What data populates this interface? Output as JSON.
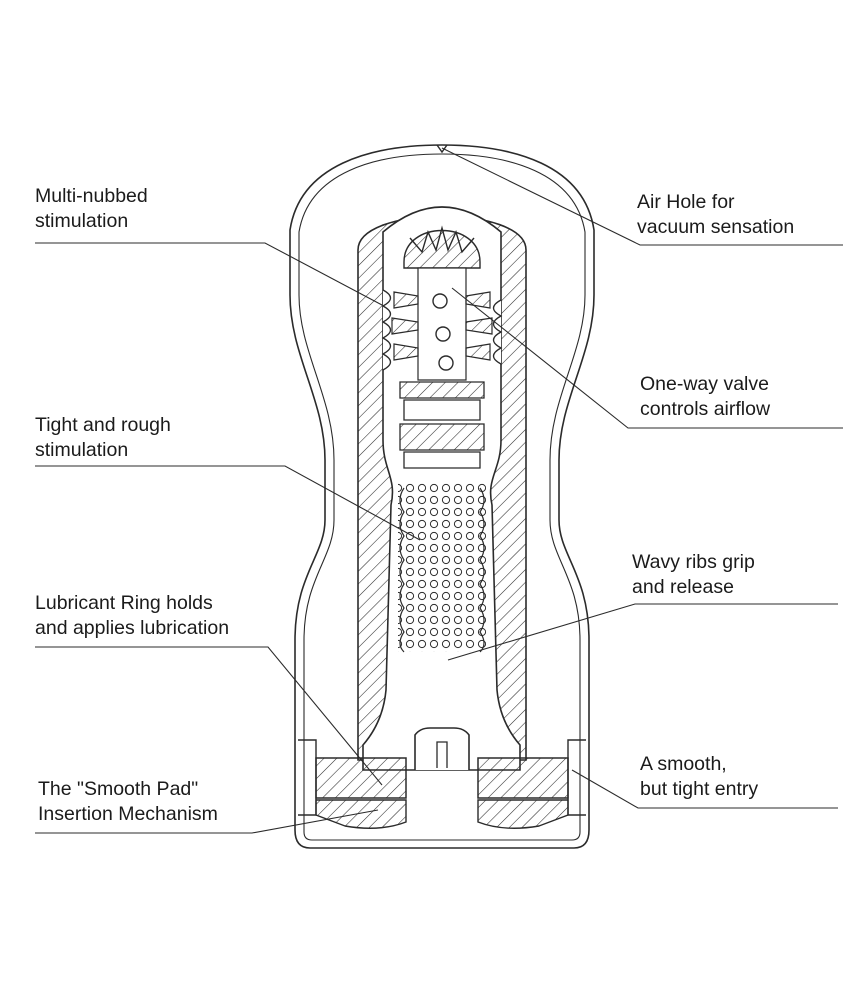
{
  "callouts": {
    "multi_nubbed": [
      "Multi-nubbed",
      "stimulation"
    ],
    "air_hole": [
      "Air Hole for",
      "vacuum sensation"
    ],
    "one_way_valve": [
      "One-way valve",
      "controls airflow"
    ],
    "tight_rough": [
      "Tight and rough",
      "stimulation"
    ],
    "wavy_ribs": [
      "Wavy ribs grip",
      "and release"
    ],
    "lubricant_ring": [
      "Lubricant Ring holds",
      "and applies lubrication"
    ],
    "smooth_entry": [
      "A smooth,",
      "but tight entry"
    ],
    "smooth_pad": [
      "The \"Smooth Pad\"",
      "Insertion Mechanism"
    ]
  },
  "colors": {
    "line": "#2b2b2b",
    "text": "#1b1b1b",
    "background": "#ffffff"
  }
}
